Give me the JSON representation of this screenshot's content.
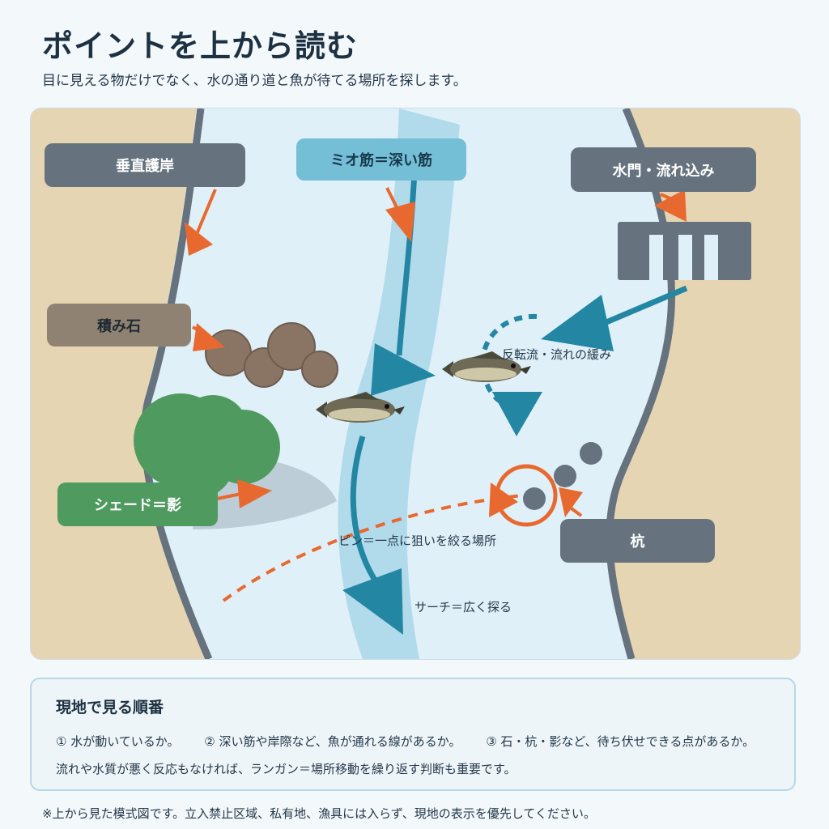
{
  "header": {
    "title": "ポイントを上から読む",
    "subtitle": "目に見える物だけでなく、水の通り道と魚が待てる場所を探します。"
  },
  "map": {
    "labels": {
      "vertical_bank": "垂直護岸",
      "mio": "ミオ筋＝深い筋",
      "sluice": "水門・流れ込み",
      "stones": "積み石",
      "shade": "シェード＝影",
      "pile": "杭"
    },
    "annotations": {
      "eddy": "反転流・流れの緩み",
      "pin": "ピン＝一点に狙いを絞る場所",
      "search": "サーチ＝広く探る"
    },
    "colors": {
      "land": "#e6d5b2",
      "water": "#dff0f8",
      "channel": "#a9d6e8",
      "arrow_orange": "#e8692f",
      "flow_blue": "#2386a3",
      "bank_gray": "#66737e",
      "tree_green": "#4f9a5f",
      "stone_brown": "#8a7565"
    },
    "icons": [
      "fish-icon",
      "tree-icon",
      "stone-icon",
      "sluice-gate-icon",
      "pile-icon"
    ]
  },
  "steps": {
    "heading": "現地で見る順番",
    "items": [
      "① 水が動いているか。",
      "② 深い筋や岸際など、魚が通れる線があるか。",
      "③ 石・杭・影など、待ち伏せできる点があるか。"
    ],
    "note": "流れや水質が悪く反応もなければ、ランガン＝場所移動を繰り返す判断も重要です。"
  },
  "footer": "※上から見た模式図です。立入禁止区域、私有地、漁具には入らず、現地の表示を優先してください。"
}
